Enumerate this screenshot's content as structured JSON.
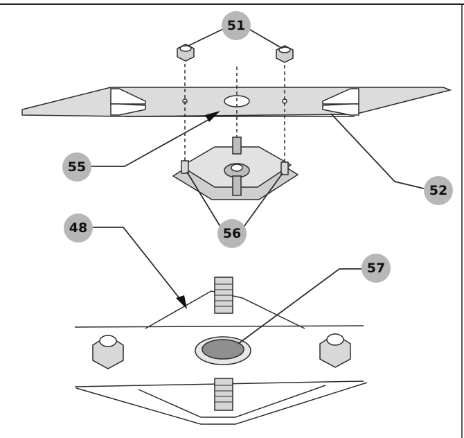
{
  "colors": {
    "callout_fill": "#b7b7b7",
    "line": "#2b2b2b",
    "blade_fill": "#dcdcdc",
    "plate_fill": "#cfcfcf",
    "seal_fill": "#8f8f8f"
  },
  "callouts": {
    "c51": "51",
    "c52": "52",
    "c55": "55",
    "c56": "56",
    "c48": "48",
    "c57": "57"
  }
}
